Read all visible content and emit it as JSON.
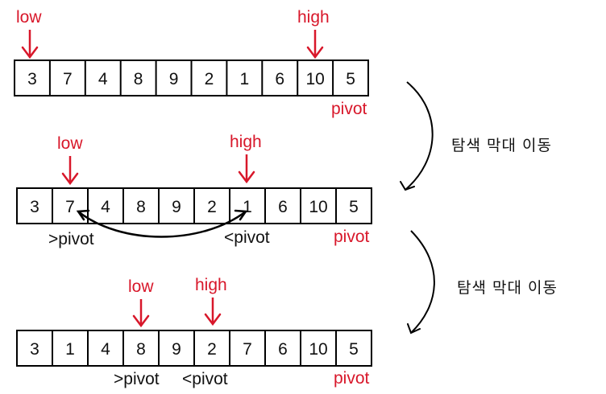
{
  "colors": {
    "pointer": "#d8172a",
    "text": "#111111",
    "stroke": "#000000"
  },
  "rows": [
    {
      "cells": [
        "3",
        "7",
        "4",
        "8",
        "9",
        "2",
        "1",
        "6",
        "10",
        "5"
      ],
      "low_label": "low",
      "high_label": "high",
      "pivot_label": "pivot"
    },
    {
      "cells": [
        "3",
        "7",
        "4",
        "8",
        "9",
        "2",
        "1",
        "6",
        "10",
        "5"
      ],
      "low_label": "low",
      "high_label": "high",
      "pivot_label": "pivot",
      "gt_pivot_label": ">pivot",
      "lt_pivot_label": "<pivot"
    },
    {
      "cells": [
        "3",
        "1",
        "4",
        "8",
        "9",
        "2",
        "7",
        "6",
        "10",
        "5"
      ],
      "low_label": "low",
      "high_label": "high",
      "pivot_label": "pivot",
      "gt_pivot_label": ">pivot",
      "lt_pivot_label": "<pivot"
    }
  ],
  "transitions": [
    {
      "label": "탐색 막대 이동"
    },
    {
      "label": "탐색 막대 이동"
    }
  ]
}
